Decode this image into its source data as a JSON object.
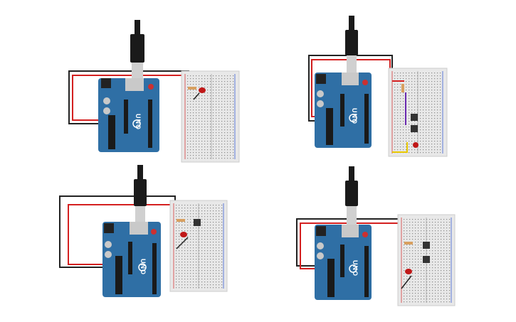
{
  "canvas": {
    "title": "",
    "background": "#ffffff"
  },
  "colors": {
    "board": "#2f6fa5",
    "board_dark": "#1e4f7a",
    "breadboard": "#e8e8e8",
    "breadboard_hole": "#8a8a8a",
    "rail_red": "#d43a3a",
    "rail_blue": "#3a5ed4",
    "wire_red": "#d42020",
    "wire_black": "#222222",
    "wire_yellow": "#e8c800",
    "wire_purple": "#6a2ab0",
    "usb_cable": "#1a1a1a",
    "usb_plug": "#d0d0d0",
    "led_red": "#c01818",
    "button_body": "#333333",
    "resistor": "#d8a060"
  },
  "circuits": [
    {
      "id": "circuit-1",
      "board_label": "UNO",
      "components": [
        "usb-cable",
        "arduino-uno",
        "breadboard",
        "led",
        "resistor",
        "red-wire",
        "black-wire"
      ]
    },
    {
      "id": "circuit-2",
      "board_label": "UNO",
      "components": [
        "usb-cable",
        "arduino-uno",
        "breadboard",
        "push-button",
        "push-button",
        "led",
        "resistor",
        "yellow-wire",
        "purple-wire"
      ]
    },
    {
      "id": "circuit-3",
      "board_label": "UNO",
      "components": [
        "usb-cable",
        "arduino-uno",
        "breadboard",
        "push-button",
        "led",
        "resistor",
        "red-wire",
        "black-wire"
      ]
    },
    {
      "id": "circuit-4",
      "board_label": "UNO",
      "components": [
        "usb-cable",
        "arduino-uno",
        "breadboard",
        "push-button",
        "push-button",
        "led",
        "resistor",
        "red-wire",
        "black-wire"
      ]
    }
  ]
}
